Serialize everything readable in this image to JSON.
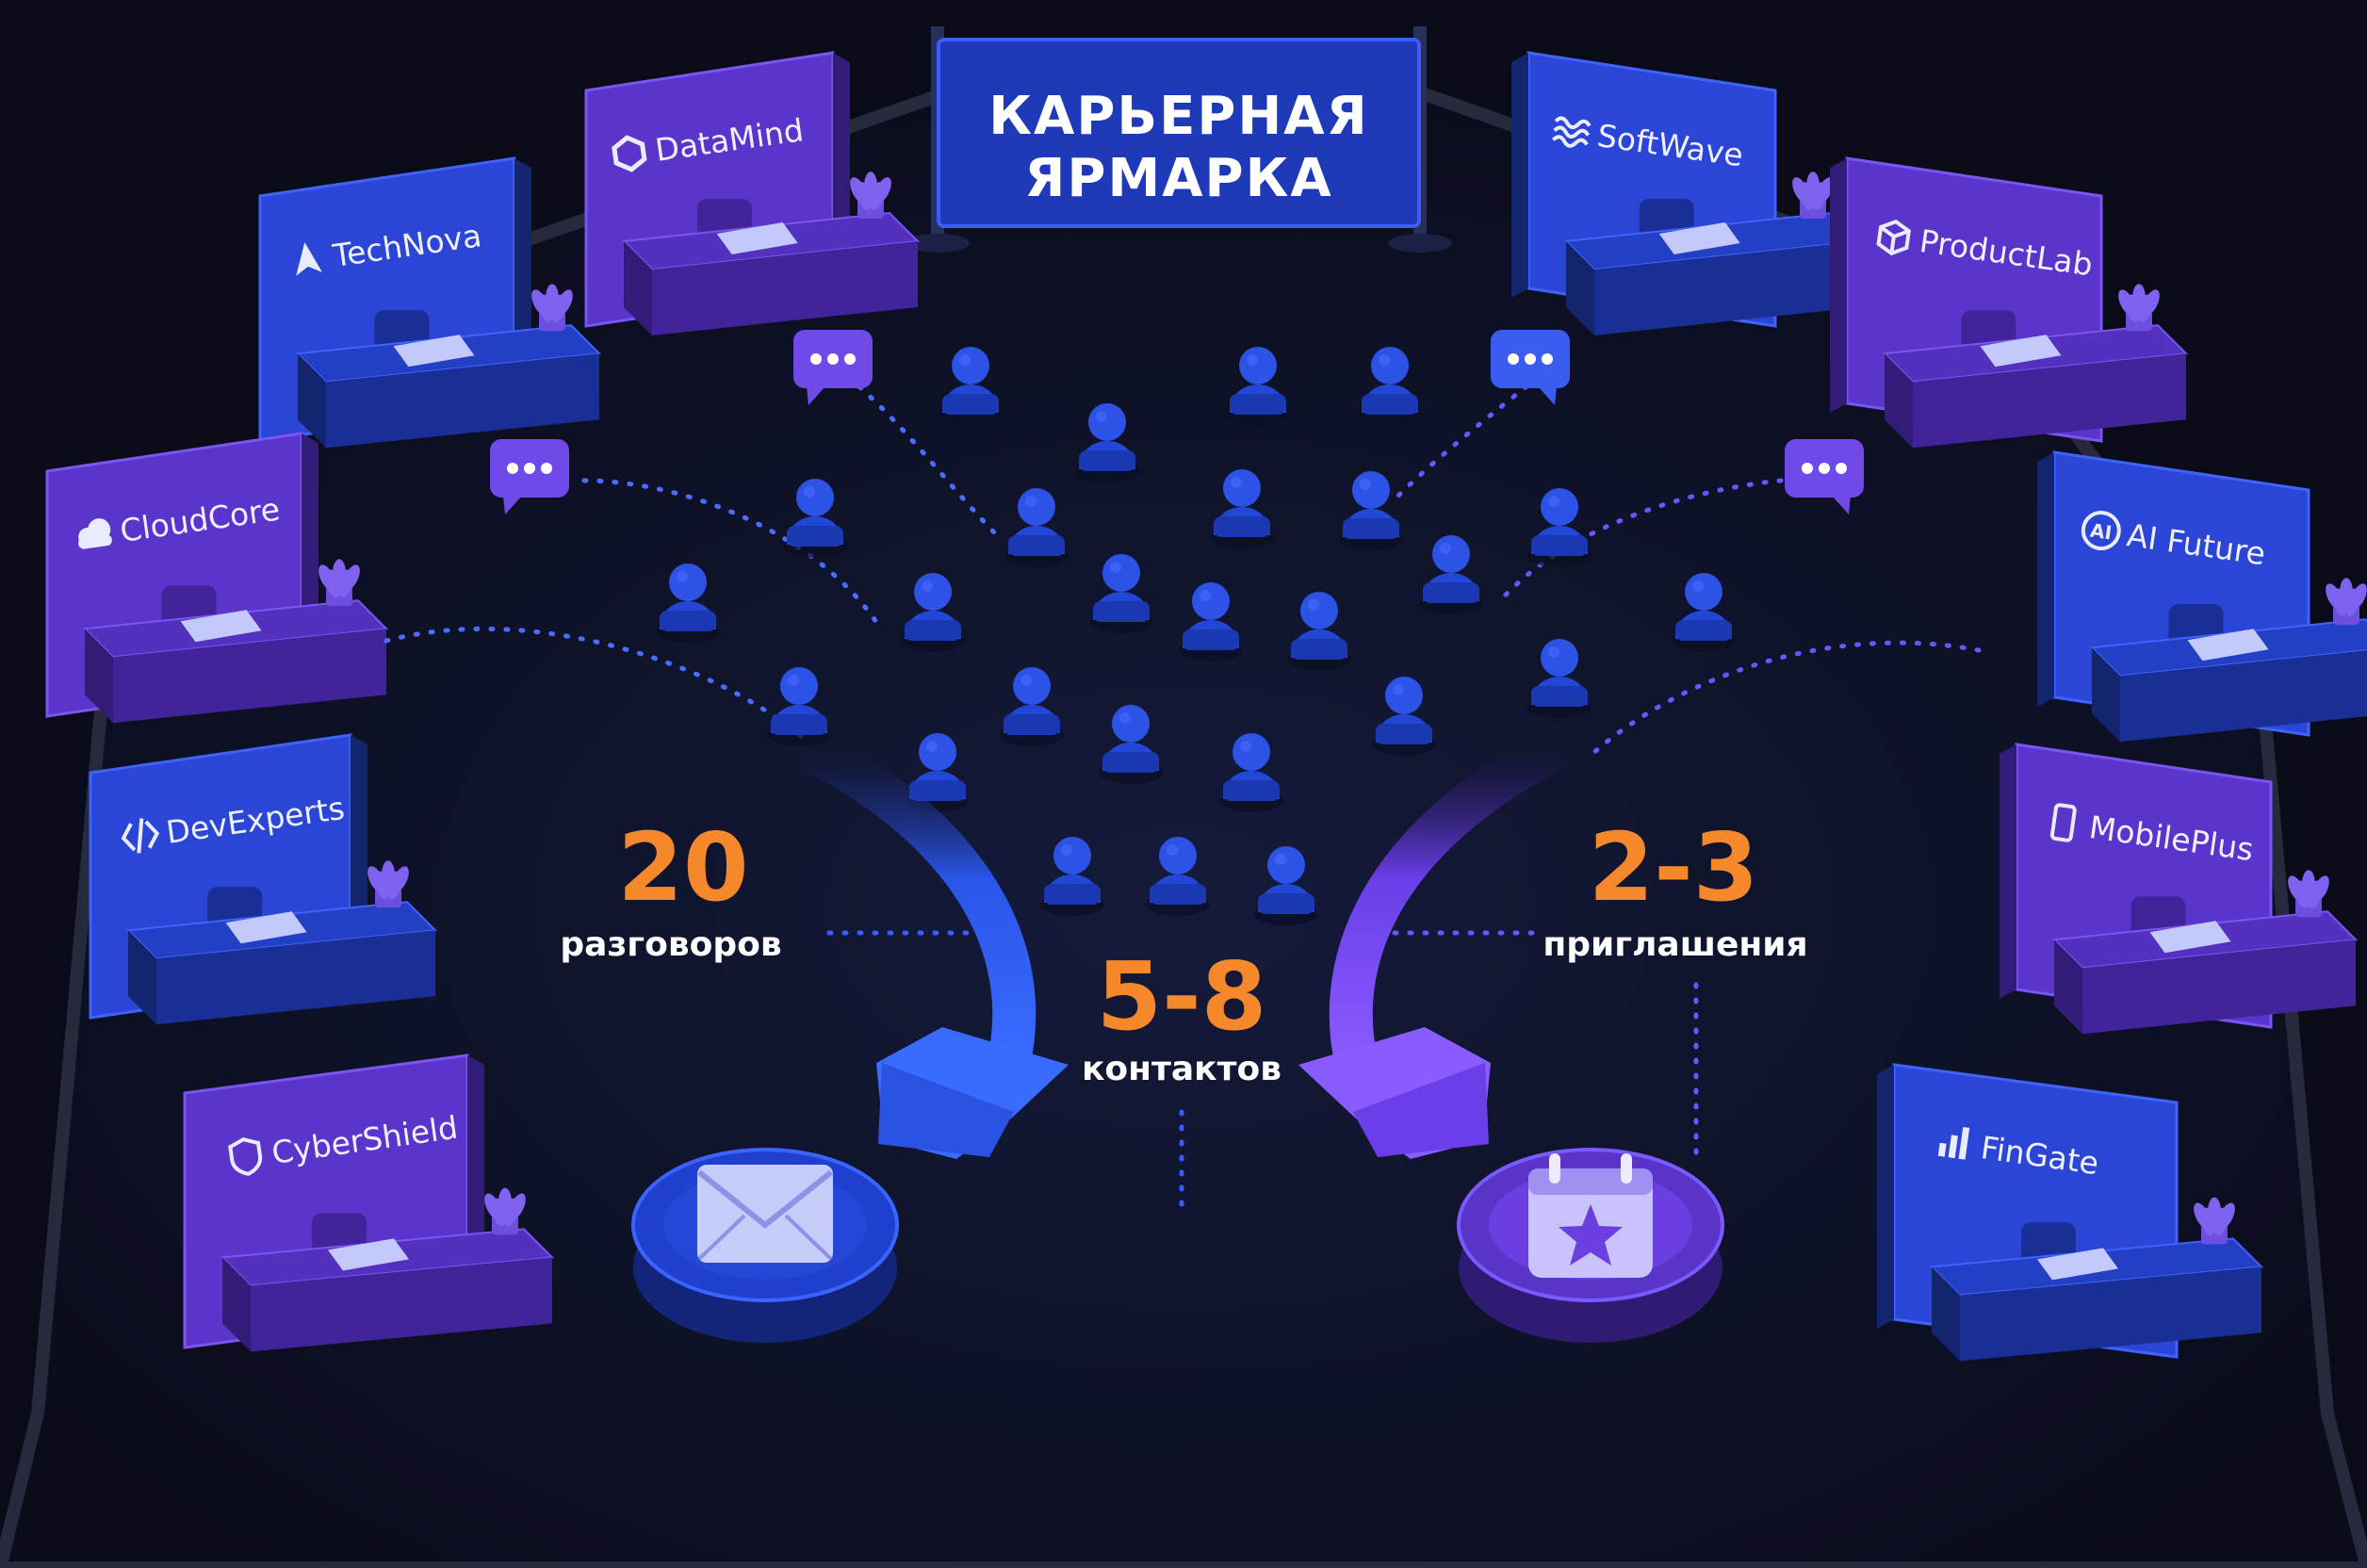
{
  "title": {
    "line1": "КАРЬЕРНАЯ",
    "line2": "ЯРМАРКА"
  },
  "booths": [
    {
      "name": "TechNova",
      "icon": "navigation-arrow-icon",
      "color": "blue"
    },
    {
      "name": "DataMind",
      "icon": "hexagon-icon",
      "color": "purple"
    },
    {
      "name": "SoftWave",
      "icon": "waves-icon",
      "color": "blue"
    },
    {
      "name": "ProductLab",
      "icon": "cube-icon",
      "color": "purple"
    },
    {
      "name": "CloudCore",
      "icon": "cloud-icon",
      "color": "purple"
    },
    {
      "name": "AI Future",
      "icon": "ai-badge-icon",
      "color": "blue"
    },
    {
      "name": "DevExperts",
      "icon": "code-brackets-icon",
      "color": "blue"
    },
    {
      "name": "MobilePlus",
      "icon": "smartphone-icon",
      "color": "purple"
    },
    {
      "name": "CyberShield",
      "icon": "shield-icon",
      "color": "purple"
    },
    {
      "name": "FinGate",
      "icon": "bar-chart-icon",
      "color": "blue"
    }
  ],
  "stats": [
    {
      "value": "20",
      "label": "разговоров"
    },
    {
      "value": "5-8",
      "label": "контактов"
    },
    {
      "value": "2-3",
      "label": "приглашения"
    }
  ],
  "badges": {
    "left": "envelope-icon",
    "right": "calendar-star-icon"
  },
  "colors": {
    "background": "#0b0d1c",
    "accent_orange": "#f5882a",
    "blue": "#2f4fe0",
    "purple": "#6a37d8"
  }
}
